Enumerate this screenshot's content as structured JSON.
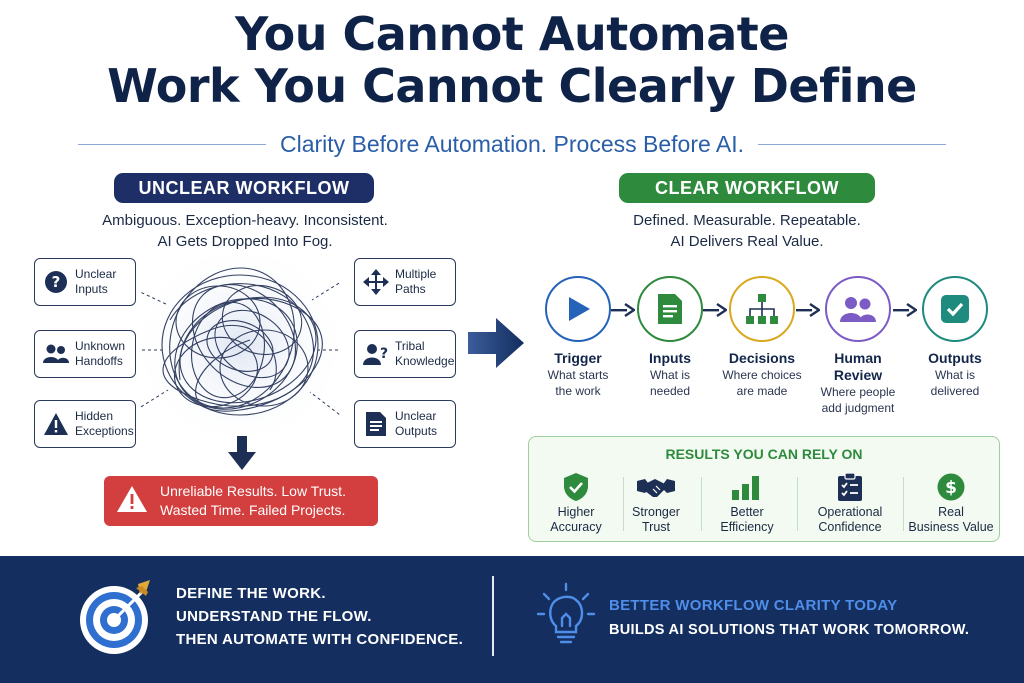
{
  "header": {
    "title_line1": "You Cannot Automate",
    "title_line2": "Work You Cannot Clearly Define",
    "subtitle": "Clarity Before Automation. Process Before AI."
  },
  "unclear": {
    "heading": "UNCLEAR WORKFLOW",
    "tagline_line1": "Ambiguous. Exception-heavy. Inconsistent.",
    "tagline_line2": "AI Gets Dropped Into Fog.",
    "symptoms": [
      {
        "label_1": "Unclear",
        "label_2": "Inputs",
        "icon": "question-icon"
      },
      {
        "label_1": "Unknown",
        "label_2": "Handoffs",
        "icon": "people-icon"
      },
      {
        "label_1": "Hidden",
        "label_2": "Exceptions",
        "icon": "warning-icon"
      },
      {
        "label_1": "Multiple",
        "label_2": "Paths",
        "icon": "move-arrows-icon"
      },
      {
        "label_1": "Tribal",
        "label_2": "Knowledge",
        "icon": "person-question-icon"
      },
      {
        "label_1": "Unclear",
        "label_2": "Outputs",
        "icon": "document-icon"
      }
    ],
    "result_line1": "Unreliable Results. Low Trust.",
    "result_line2": "Wasted Time. Failed Projects."
  },
  "clear": {
    "heading": "CLEAR WORKFLOW",
    "tagline_line1": "Defined. Measurable. Repeatable.",
    "tagline_line2": "AI Delivers Real Value.",
    "steps": [
      {
        "title_1": "Trigger",
        "title_2": "",
        "desc_1": "What starts",
        "desc_2": "the work",
        "color": "#2563b8",
        "icon": "play-icon"
      },
      {
        "title_1": "Inputs",
        "title_2": "",
        "desc_1": "What is",
        "desc_2": "needed",
        "color": "#2e8a3c",
        "icon": "document-icon"
      },
      {
        "title_1": "Decisions",
        "title_2": "",
        "desc_1": "Where choices",
        "desc_2": "are made",
        "color": "#d9a91e",
        "icon": "hierarchy-icon"
      },
      {
        "title_1": "Human",
        "title_2": "Review",
        "desc_1": "Where people",
        "desc_2": "add judgment",
        "color": "#7b5cc4",
        "icon": "people-icon"
      },
      {
        "title_1": "Outputs",
        "title_2": "",
        "desc_1": "What is",
        "desc_2": "delivered",
        "color": "#1f8a7e",
        "icon": "check-box-icon"
      }
    ],
    "results_title": "RESULTS YOU CAN RELY ON",
    "results": [
      {
        "label_1": "Higher",
        "label_2": "Accuracy",
        "icon": "shield-check-icon"
      },
      {
        "label_1": "Stronger",
        "label_2": "Trust",
        "icon": "handshake-icon"
      },
      {
        "label_1": "Better",
        "label_2": "Efficiency",
        "icon": "bar-chart-icon"
      },
      {
        "label_1": "Operational",
        "label_2": "Confidence",
        "icon": "clipboard-check-icon"
      },
      {
        "label_1": "Real",
        "label_2": "Business Value",
        "icon": "dollar-icon"
      }
    ]
  },
  "footer": {
    "left_line1": "DEFINE THE WORK.",
    "left_line2": "UNDERSTAND THE FLOW.",
    "left_line3": "THEN AUTOMATE WITH CONFIDENCE.",
    "right_line1": "BETTER WORKFLOW CLARITY TODAY",
    "right_line2": "BUILDS AI SOLUTIONS THAT WORK TOMORROW."
  },
  "colors": {
    "navy": "#132e5f",
    "green": "#2e8a3c",
    "red": "#d33e3e",
    "blue_accent": "#4f8ee8"
  }
}
